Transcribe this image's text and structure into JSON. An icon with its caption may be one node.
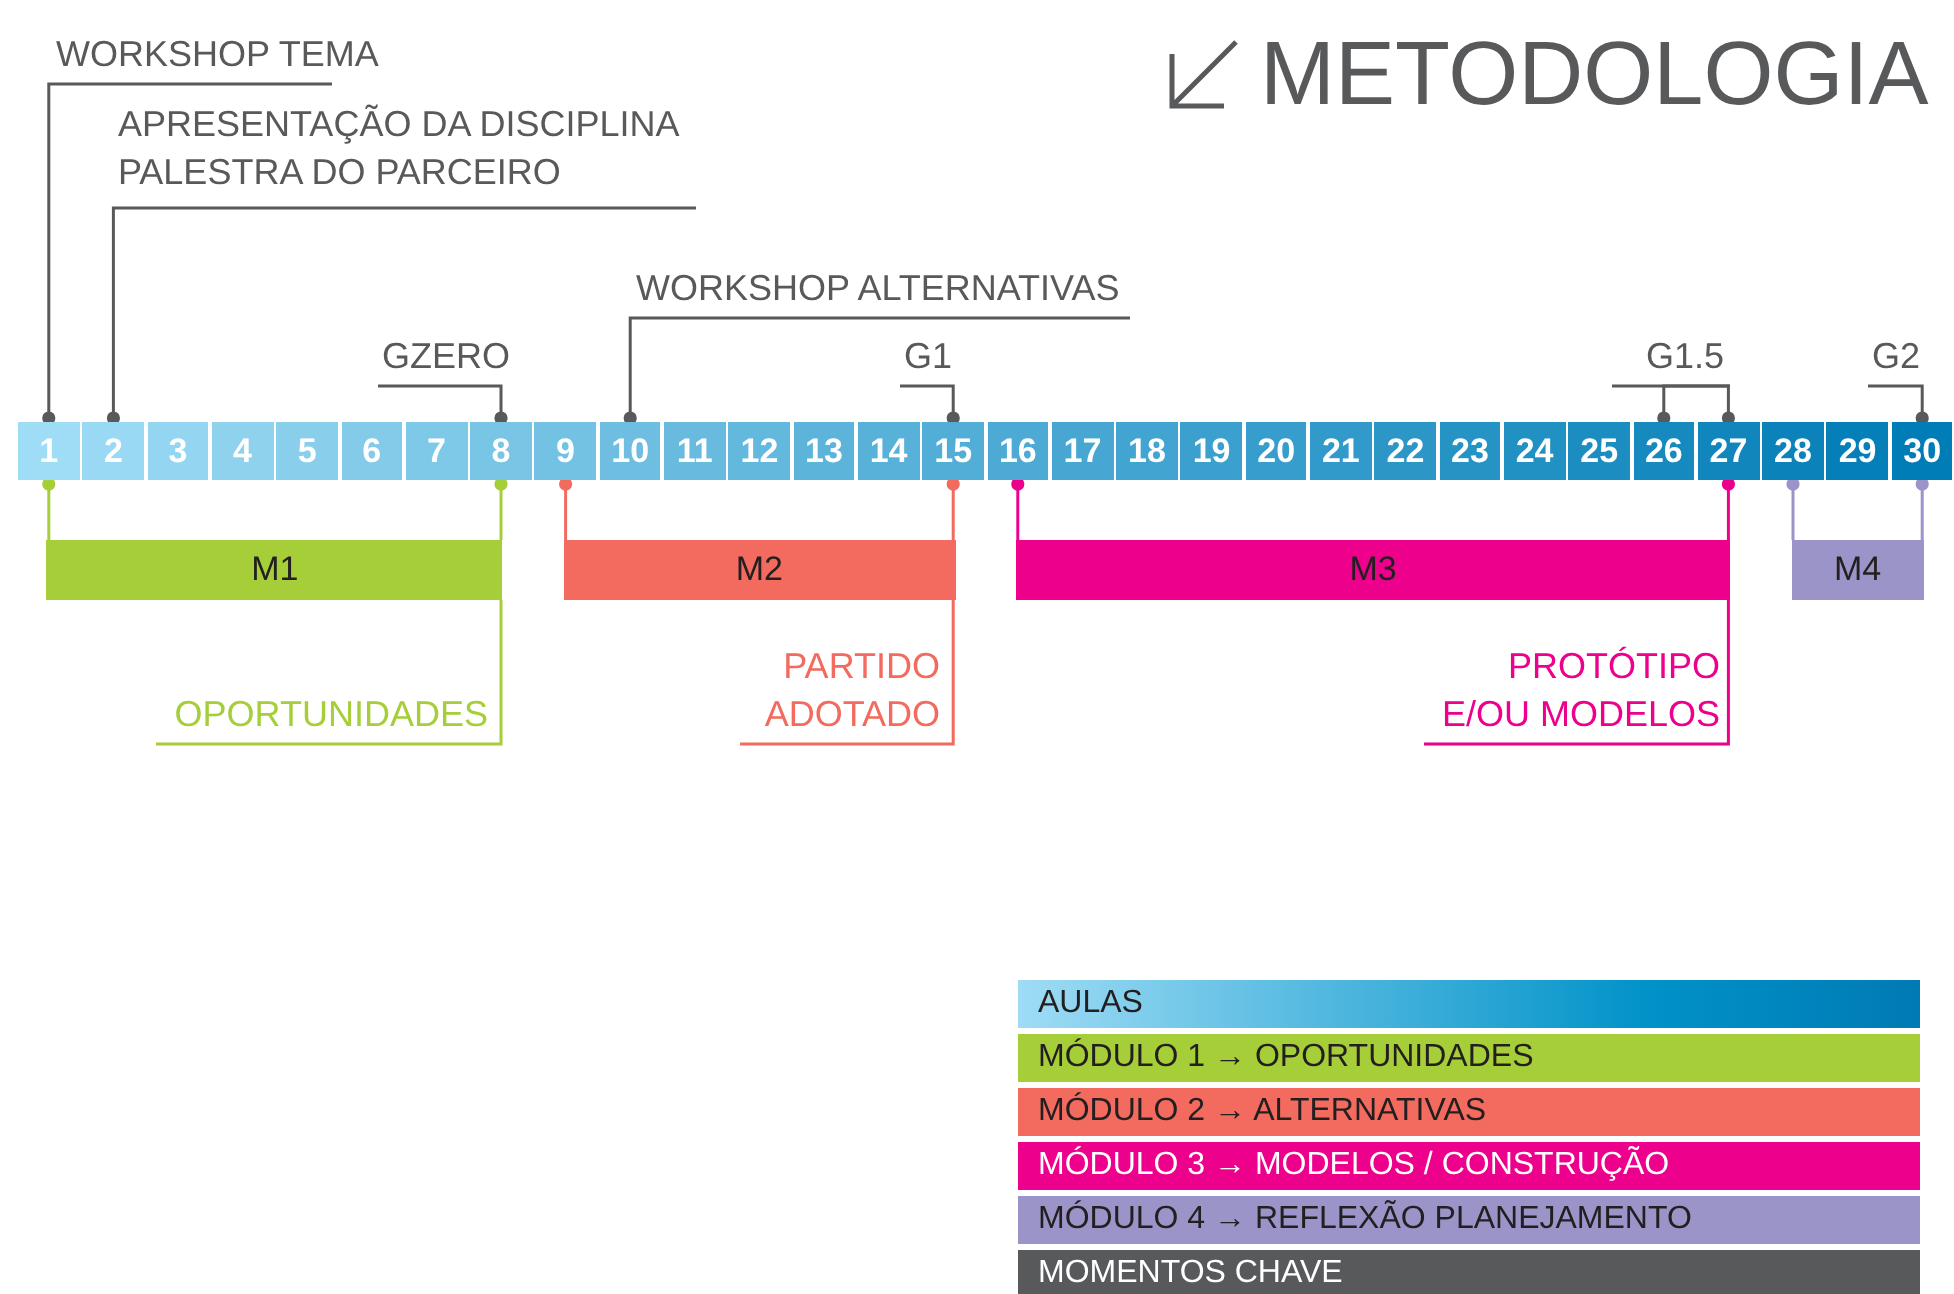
{
  "diagram": {
    "title": "METODOLOGIA",
    "nodes": [
      {
        "text": [
          "WORKSHOP TEMA"
        ]
      },
      {
        "text": [
          "APRESENTAÇÃO DA DISCIPLINA",
          "PALESTRA DO PARCEIRO"
        ]
      },
      {
        "text": [
          "WORKSHOP ALTERNATIVAS"
        ]
      },
      {
        "text": [
          "GZERO"
        ]
      },
      {
        "text": [
          "G1"
        ]
      },
      {
        "text": [
          "G1.5"
        ]
      },
      {
        "text": [
          "G2"
        ]
      },
      {
        "text": [
          "1"
        ]
      },
      {
        "text": [
          "2"
        ]
      },
      {
        "text": [
          "3"
        ]
      },
      {
        "text": [
          "4"
        ]
      },
      {
        "text": [
          "5"
        ]
      },
      {
        "text": [
          "6"
        ]
      },
      {
        "text": [
          "7"
        ]
      },
      {
        "text": [
          "8"
        ]
      },
      {
        "text": [
          "9"
        ]
      },
      {
        "text": [
          "10"
        ]
      },
      {
        "text": [
          "11"
        ]
      },
      {
        "text": [
          "12"
        ]
      },
      {
        "text": [
          "13"
        ]
      },
      {
        "text": [
          "14"
        ]
      },
      {
        "text": [
          "15"
        ]
      },
      {
        "text": [
          "16"
        ]
      },
      {
        "text": [
          "17"
        ]
      },
      {
        "text": [
          "18"
        ]
      },
      {
        "text": [
          "19"
        ]
      },
      {
        "text": [
          "20"
        ]
      },
      {
        "text": [
          "21"
        ]
      },
      {
        "text": [
          "22"
        ]
      },
      {
        "text": [
          "23"
        ]
      },
      {
        "text": [
          "24"
        ]
      },
      {
        "text": [
          "25"
        ]
      },
      {
        "text": [
          "26"
        ]
      },
      {
        "text": [
          "27"
        ]
      },
      {
        "text": [
          "28"
        ]
      },
      {
        "text": [
          "29"
        ]
      },
      {
        "text": [
          "30"
        ]
      },
      {
        "text": [
          "M1"
        ]
      },
      {
        "text": [
          "M2"
        ]
      },
      {
        "text": [
          "M3"
        ]
      },
      {
        "text": [
          "M4"
        ]
      },
      {
        "text": [
          "OPORTUNIDADES"
        ]
      },
      {
        "text": [
          "PARTIDO ADOTADO"
        ]
      },
      {
        "text": [
          "PROTÓTIPO E/OU MODELOS"
        ]
      }
    ],
    "edges": [
      {
        "from": 0,
        "to": 7,
        "arrow": "other"
      },
      {
        "from": 1,
        "to": 8,
        "arrow": "other"
      },
      {
        "from": 2,
        "to": 16,
        "arrow": "other"
      },
      {
        "from": 3,
        "to": 14,
        "arrow": "other"
      },
      {
        "from": 4,
        "to": 21,
        "arrow": "other"
      },
      {
        "from": 5,
        "to": 32,
        "arrow": "other"
      },
      {
        "from": 5,
        "to": 33,
        "arrow": "other"
      },
      {
        "from": 6,
        "to": 36,
        "arrow": "other"
      },
      {
        "from": 37,
        "to": 7,
        "arrow": "other",
        "color": "#a6ce39"
      },
      {
        "from": 37,
        "to": 14,
        "arrow": "other",
        "color": "#a6ce39"
      },
      {
        "from": 38,
        "to": 15,
        "arrow": "other",
        "color": "#f26b5e"
      },
      {
        "from": 38,
        "to": 21,
        "arrow": "other",
        "color": "#f26b5e"
      },
      {
        "from": 39,
        "to": 22,
        "arrow": "other",
        "color": "#ec008c"
      },
      {
        "from": 39,
        "to": 33,
        "arrow": "other",
        "color": "#ec008c"
      },
      {
        "from": 40,
        "to": 34,
        "arrow": "other",
        "color": "#9b94c8"
      },
      {
        "from": 40,
        "to": 36,
        "arrow": "other",
        "color": "#9b94c8"
      },
      {
        "from": 41,
        "to": 37,
        "arrow": "none",
        "color": "#a6ce39"
      },
      {
        "from": 42,
        "to": 38,
        "arrow": "none",
        "color": "#f26b5e"
      },
      {
        "from": 43,
        "to": 39,
        "arrow": "none",
        "color": "#ec008c"
      }
    ],
    "legend": [
      {
        "text": "AULAS"
      },
      {
        "text": "MÓDULO 1 → OPORTUNIDADES",
        "color": "#a6ce39"
      },
      {
        "text": "MÓDULO 2 → ALTERNATIVAS",
        "color": "#f26b5e"
      },
      {
        "text": "MÓDULO 3 → MODELOS / CONSTRUÇÃO",
        "color": "#ec008c"
      },
      {
        "text": "MÓDULO 4 → REFLEXÃO PLANEJAMENTO",
        "color": "#9b94c8"
      },
      {
        "text": "MOMENTOS CHAVE",
        "color": "#58595b"
      }
    ]
  }
}
